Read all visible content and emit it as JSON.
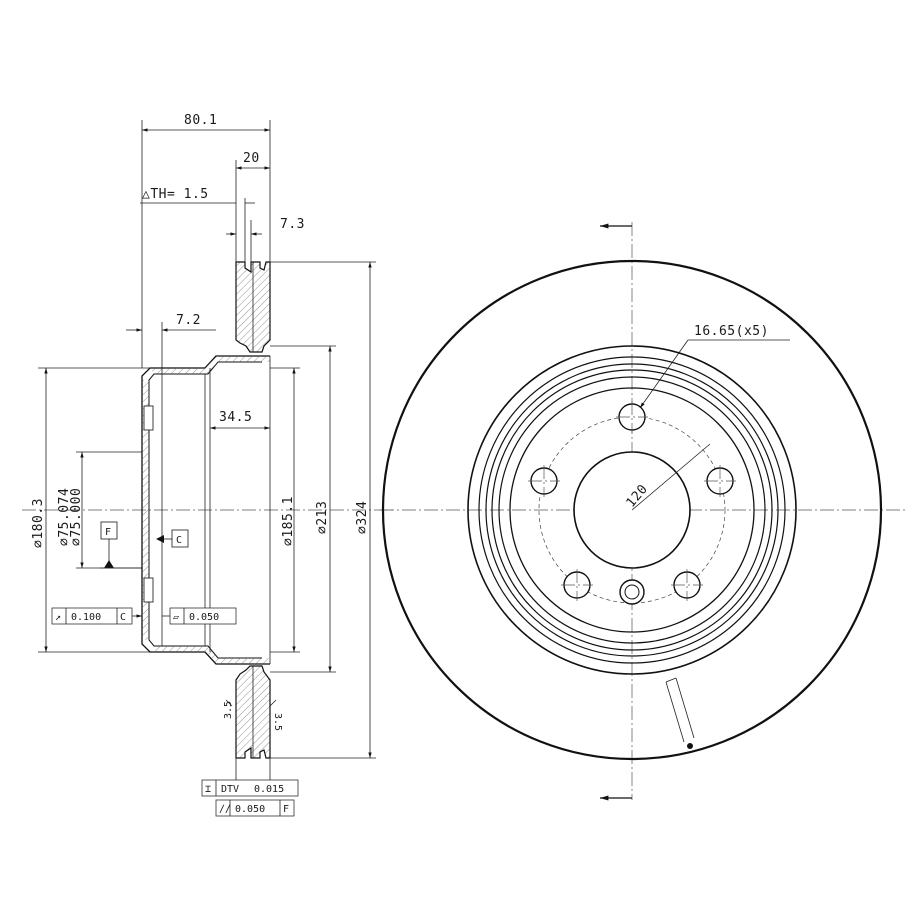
{
  "dimensions": {
    "overall_width": "80.1",
    "hat_width": "20",
    "wear_thickness": "△TH= 1.5",
    "cheek_thickness": "7.3",
    "flange_thickness": "7.2",
    "hat_depth": "34.5",
    "dia_180_3": "∅180.3",
    "dia_center_bore": "∅75.074",
    "dia_center_bore_min": "∅75.000",
    "dia_185_1": "∅185.1",
    "dia_213": "∅213",
    "dia_324": "∅324",
    "bolt_hole": "16.65(x5)",
    "pcd": "120",
    "cheek_small_1": "3.5",
    "cheek_small_2": "3.5"
  },
  "datums": {
    "f": "F",
    "c": "C"
  },
  "tolerances": {
    "runout_value": "0.100",
    "runout_ref": "C",
    "flatness_value": "0.050",
    "dtv_label": "DTV",
    "dtv_value": "0.015",
    "parallel_value": "0.050",
    "parallel_ref": "F"
  }
}
